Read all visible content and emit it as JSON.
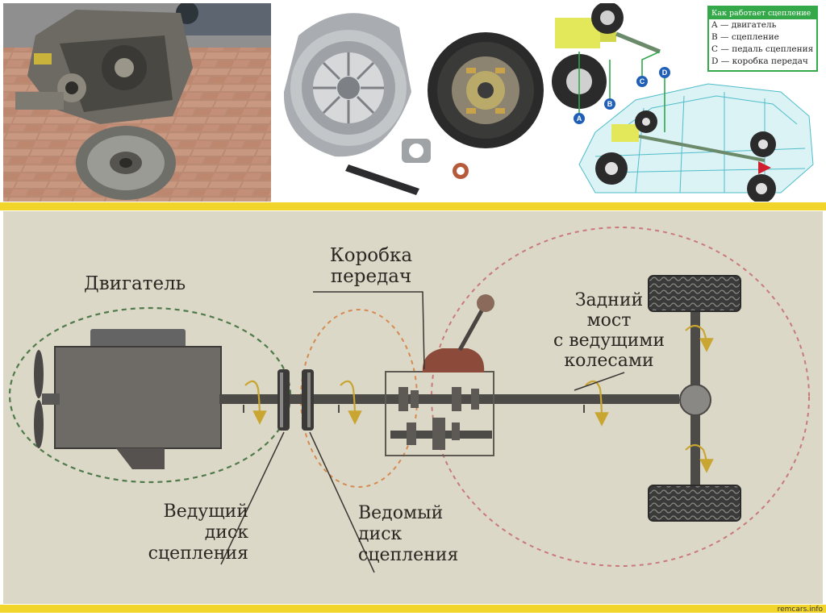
{
  "clutch_legend": {
    "title": "Как работает сцепление",
    "items": [
      "A — двигатель",
      "B — сцепление",
      "C — педаль сцепления",
      "D — коробка передач"
    ],
    "markers": [
      "A",
      "B",
      "C",
      "D"
    ]
  },
  "diagram": {
    "engine": "Двигатель",
    "gearbox": [
      "Коробка",
      "передач"
    ],
    "rear_axle": [
      "Задний",
      "мост",
      "с ведущими",
      "колесами"
    ],
    "driving_disc": [
      "Ведущий",
      "диск",
      "сцепления"
    ],
    "driven_disc": [
      "Ведомый",
      "диск",
      "сцепления"
    ]
  },
  "watermark": "remcars.info",
  "colors": {
    "stripe": "#f2d52a",
    "legend_green": "#35a84a",
    "marker_blue": "#1f5fb8",
    "diagram_bg": "#dcd8c8"
  }
}
